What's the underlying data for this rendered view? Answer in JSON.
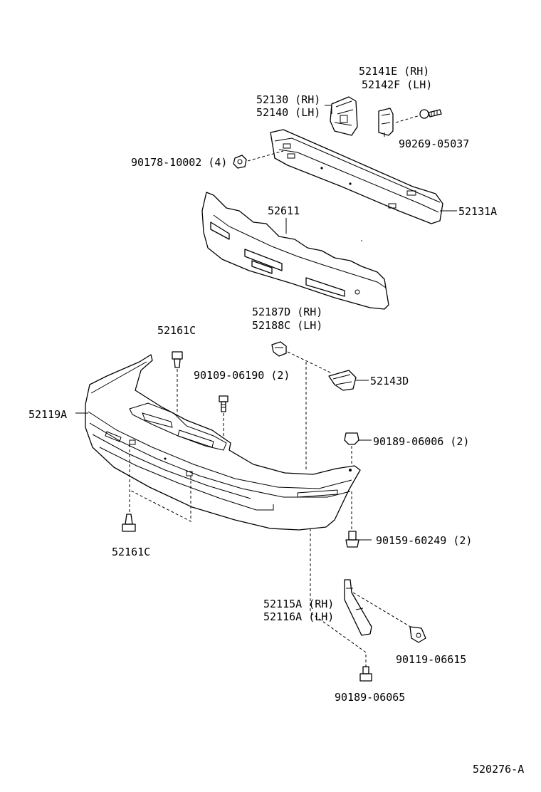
{
  "diagram": {
    "reference_code": "520276-A",
    "callouts": [
      {
        "part": "52141E (RH)"
      },
      {
        "part": "52142F (LH)"
      },
      {
        "part": "52130 (RH)"
      },
      {
        "part": "52140 (LH)"
      },
      {
        "part": "90269-05037"
      },
      {
        "part": "90178-10002 (4)"
      },
      {
        "part": "52131A"
      },
      {
        "part": "52611"
      },
      {
        "part": "52187D (RH)"
      },
      {
        "part": "52188C (LH)"
      },
      {
        "part": "52161C"
      },
      {
        "part": "90109-06190 (2)"
      },
      {
        "part": "52143D"
      },
      {
        "part": "52119A"
      },
      {
        "part": "90189-06006 (2)"
      },
      {
        "part": "90159-60249 (2)"
      },
      {
        "part": "52161C"
      },
      {
        "part": "52115A (RH)"
      },
      {
        "part": "52116A (LH)"
      },
      {
        "part": "90119-06615"
      },
      {
        "part": "90189-06065"
      }
    ]
  }
}
